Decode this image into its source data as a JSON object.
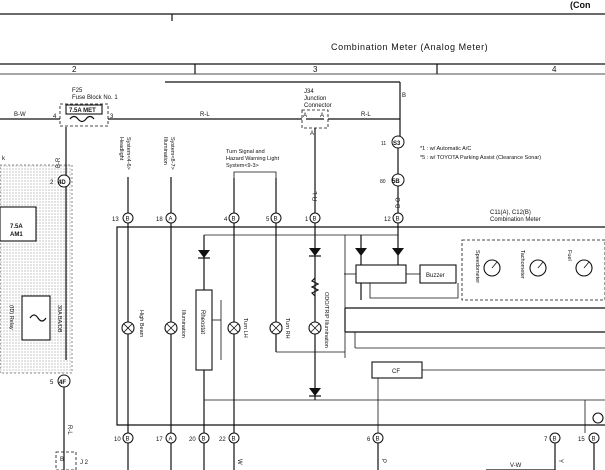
{
  "header": {
    "continued": "(Con"
  },
  "title": "Combination Meter (Analog Meter)",
  "grid": [
    "2",
    "3",
    "4"
  ],
  "fuse_block": {
    "id": "F25",
    "name": "Fuse Block No. 1",
    "fuse": "7.5A MET",
    "pin_in": "4",
    "pin_out": "3"
  },
  "wire_colors": {
    "b_w": "B-W",
    "r_l_1": "R-L",
    "r_l_2": "R-L",
    "r_l_3": "R-L",
    "b_top": "B",
    "b_r": "B-R",
    "r_l_vert": "R-L",
    "b_o": "B-O",
    "r_l_left": "R-L",
    "v_w": "V-W",
    "p": "P",
    "w_bottom": "W",
    "y": "Y",
    "b_bot": "B"
  },
  "junction": {
    "id": "J34",
    "line1": "Junction",
    "line2": "Connector",
    "pin_a1": "A",
    "pin_a2": "A",
    "pin_a3": "A"
  },
  "left_block": {
    "mark": "k",
    "fuse1": "7.5A",
    "fuse1b": "AM1",
    "fuse2": "30A BA/DB",
    "fuse2b": "(ID) Relay"
  },
  "connectors": {
    "c4d": "4D",
    "c2": "2",
    "c4f": "4F",
    "c6": "5",
    "s3": "S3",
    "c5b": "5B",
    "c11": "11",
    "c80": "80",
    "j2": "J 2",
    "j2b": "B"
  },
  "notes": [
    "*1 : w/ Automatic A/C",
    "*5 : w/ TOYOTA Parking Assist (Clearance Sonar)"
  ],
  "systems": [
    {
      "text1": "Headlight",
      "text2": "System<4-6>"
    },
    {
      "text1": "Illumination",
      "text2": "System<8-7>"
    }
  ],
  "turn_signal": {
    "line1": "Turn Signal and",
    "line2": "Hazard Warning Light",
    "line3": "System<9-3>"
  },
  "meter": {
    "line1": "C11(A), C12(B)",
    "line2": "Combination Meter"
  },
  "top_pins": [
    {
      "num": "13",
      "con": "B"
    },
    {
      "num": "18",
      "con": "A"
    },
    {
      "num": "4",
      "con": "B"
    },
    {
      "num": "5",
      "con": "B"
    },
    {
      "num": "1",
      "con": "B"
    },
    {
      "num": "12",
      "con": "B"
    }
  ],
  "bottom_pins": [
    {
      "num": "10",
      "con": "B"
    },
    {
      "num": "17",
      "con": "A"
    },
    {
      "num": "20",
      "con": "B"
    },
    {
      "num": "22",
      "con": "B"
    },
    {
      "num": "6",
      "con": "B"
    },
    {
      "num": "7",
      "con": "B"
    },
    {
      "num": "15",
      "con": "B"
    }
  ],
  "labels": {
    "high_beam": "High Beam",
    "illumination": "Illumination",
    "rheostat": "Rheostat",
    "turn_lh": "Turn LH",
    "turn_rh": "Turn RH",
    "odo": "ODO/TRIP Illumination",
    "buzzer": "Buzzer",
    "speedometer": "Speedometer",
    "tachometer": "Tachometer",
    "fuel": "Fuel",
    "cf": "CF"
  }
}
